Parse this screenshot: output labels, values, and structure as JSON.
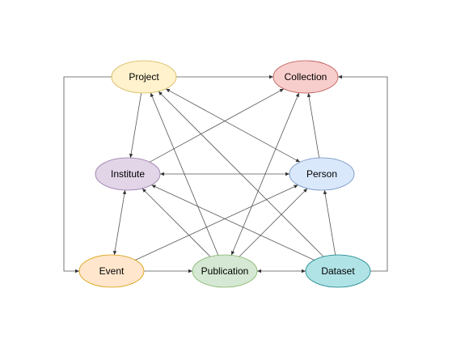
{
  "nodes": {
    "project": {
      "label": "Project",
      "fill": "#fff2cc",
      "stroke": "#d6b656"
    },
    "collection": {
      "label": "Collection",
      "fill": "#f8cecc",
      "stroke": "#b85450"
    },
    "institute": {
      "label": "Institute",
      "fill": "#e1d5e7",
      "stroke": "#9673a6"
    },
    "person": {
      "label": "Person",
      "fill": "#dae8fc",
      "stroke": "#6c8ebf"
    },
    "event": {
      "label": "Event",
      "fill": "#ffe6cc",
      "stroke": "#d79b00"
    },
    "publication": {
      "label": "Publication",
      "fill": "#d5e8d4",
      "stroke": "#82b366"
    },
    "dataset": {
      "label": "Dataset",
      "fill": "#b0e3e6",
      "stroke": "#0e8088"
    }
  },
  "edges": [
    {
      "from": "project",
      "to": "collection",
      "direction": "forward"
    },
    {
      "from": "project",
      "to": "institute",
      "direction": "forward"
    },
    {
      "from": "project",
      "to": "person",
      "direction": "both"
    },
    {
      "from": "project",
      "to": "event",
      "direction": "forward",
      "routing": "left-loop"
    },
    {
      "from": "institute",
      "to": "collection",
      "direction": "forward"
    },
    {
      "from": "institute",
      "to": "person",
      "direction": "both"
    },
    {
      "from": "institute",
      "to": "event",
      "direction": "both"
    },
    {
      "from": "person",
      "to": "collection",
      "direction": "forward"
    },
    {
      "from": "event",
      "to": "person",
      "direction": "forward"
    },
    {
      "from": "event",
      "to": "publication",
      "direction": "forward"
    },
    {
      "from": "publication",
      "to": "project",
      "direction": "forward"
    },
    {
      "from": "publication",
      "to": "institute",
      "direction": "forward"
    },
    {
      "from": "publication",
      "to": "collection",
      "direction": "both"
    },
    {
      "from": "publication",
      "to": "person",
      "direction": "forward"
    },
    {
      "from": "publication",
      "to": "dataset",
      "direction": "both"
    },
    {
      "from": "dataset",
      "to": "project",
      "direction": "forward"
    },
    {
      "from": "dataset",
      "to": "institute",
      "direction": "forward"
    },
    {
      "from": "dataset",
      "to": "person",
      "direction": "forward"
    },
    {
      "from": "dataset",
      "to": "collection",
      "direction": "forward",
      "routing": "right-loop"
    }
  ]
}
